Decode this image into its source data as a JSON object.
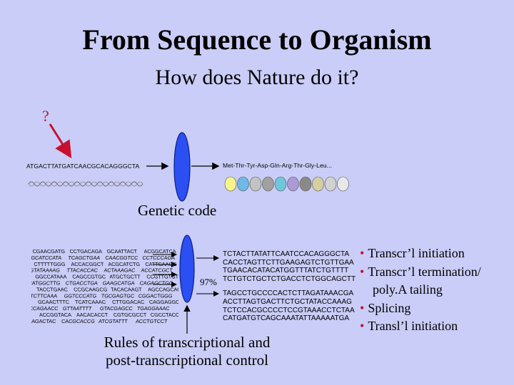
{
  "title": "From Sequence to Organism",
  "subtitle": "How does Nature do it?",
  "question_mark": "?",
  "dna_sequence": "ATGACTTATGATCAACGCACAGGGCTA",
  "protein_sequence": "Met-Thr-Tyr-Asp-Gln-Arg-Thr-Gly-Leu...",
  "genetic_code_label": "Genetic code",
  "percent_label": "97%",
  "sequence_block": [
    "TCTACTTATATTCAATCCACAGGGCTA",
    "CACCTAGTTCTTGAAGAGTCTGTTGAA",
    "TGAACACATACATGGTTTATCTGTTTT",
    "TCTGTCTGCTCTGACCTCTGGCAGCTT",
    "",
    "TAGCCTGCCCCACTCTTAGATAAACGA",
    "ACCTTAGTGACTTCTGCTATACCAAAG",
    "TCTCCACGCCCCTCCGTAAACCTCTAA",
    "CATGATGTCAGCAAATATTAAAAATGA"
  ],
  "rules_caption": [
    "Rules of transcriptional and",
    "post-transcriptional control"
  ],
  "bullets": [
    "Transcr’l initiation",
    "Transcr’l termination/",
    "poly.A tailing",
    "Splicing",
    "Transl’l initiation"
  ],
  "colors": {
    "background": "#c9cdf7",
    "accent_red": "#c8102e",
    "ellipse_blue": "#2b4ff2",
    "amino_acid_beads": [
      "#f8f48a",
      "#6fb8e8",
      "#c3c3c3",
      "#a1a1a1",
      "#6fc7dc",
      "#aa9ad6",
      "#8a8a8a",
      "#d5cfa0",
      "#d2d2d2",
      "#e8e8e8"
    ]
  },
  "icons": {
    "arrow": "red-pointer-arrow",
    "processor": "blue-ellipse",
    "protein": "amino-acid-bead-chain"
  }
}
